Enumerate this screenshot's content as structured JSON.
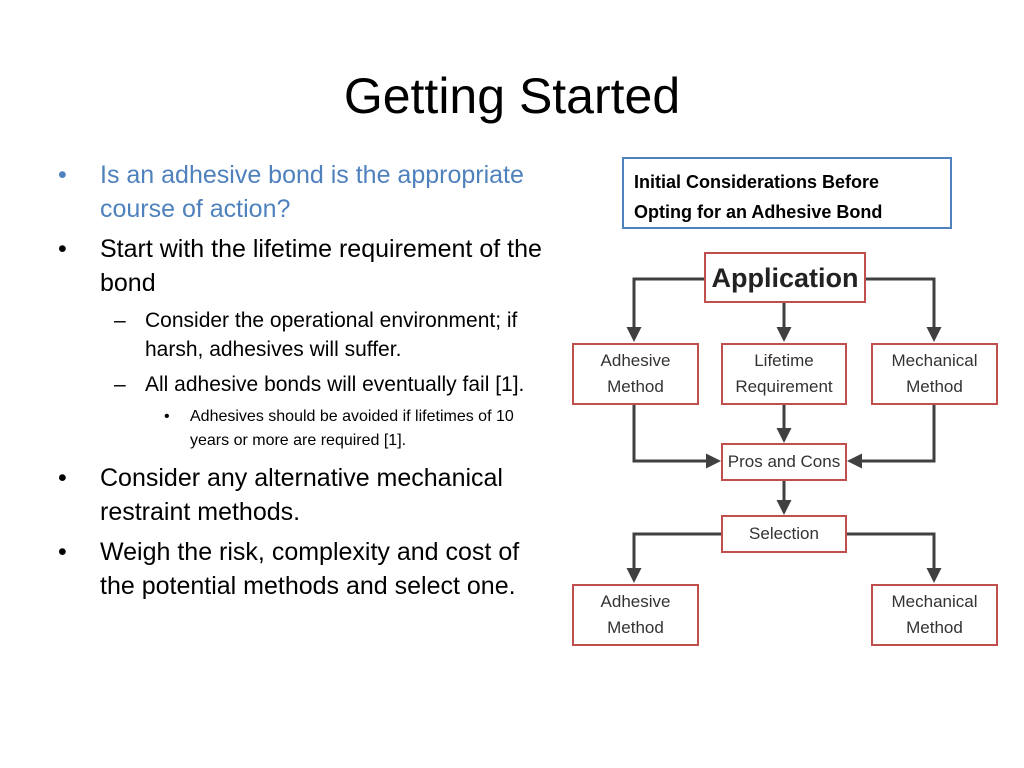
{
  "slide": {
    "title": "Getting Started"
  },
  "bullets": [
    {
      "level": 1,
      "text": "Is an adhesive bond is the appropriate course of action?",
      "highlight": true
    },
    {
      "level": 1,
      "text": "Start with the lifetime requirement of the bond"
    },
    {
      "level": 2,
      "text": "Consider the operational environment; if harsh, adhesives will suffer."
    },
    {
      "level": 2,
      "text": "All adhesive bonds will eventually fail [1]."
    },
    {
      "level": 3,
      "text": "Adhesives should be avoided if lifetimes of 10 years or more are required [1]."
    },
    {
      "level": 1,
      "text": "Consider any alternative mechanical restraint methods."
    },
    {
      "level": 1,
      "text": "Weigh the risk, complexity and cost of the potential methods and select one."
    }
  ],
  "bullet_marks": {
    "level1": "•",
    "level2": "–",
    "level3": "•"
  },
  "flowchart": {
    "box_title_line1": "Initial Considerations Before",
    "box_title_line2": "Opting for an Adhesive Bond",
    "application": "Application",
    "adhesive_method_top_1": "Adhesive",
    "adhesive_method_top_2": "Method",
    "lifetime_1": "Lifetime",
    "lifetime_2": "Requirement",
    "mechanical_method_top_1": "Mechanical",
    "mechanical_method_top_2": "Method",
    "pros_cons": "Pros and Cons",
    "selection": "Selection",
    "adhesive_method_bottom_1": "Adhesive",
    "adhesive_method_bottom_2": "Method",
    "mechanical_method_bottom_1": "Mechanical",
    "mechanical_method_bottom_2": "Method"
  },
  "colors": {
    "accent_blue": "#4f81bd",
    "node_border": "#c0504d",
    "arrow": "#404040"
  }
}
